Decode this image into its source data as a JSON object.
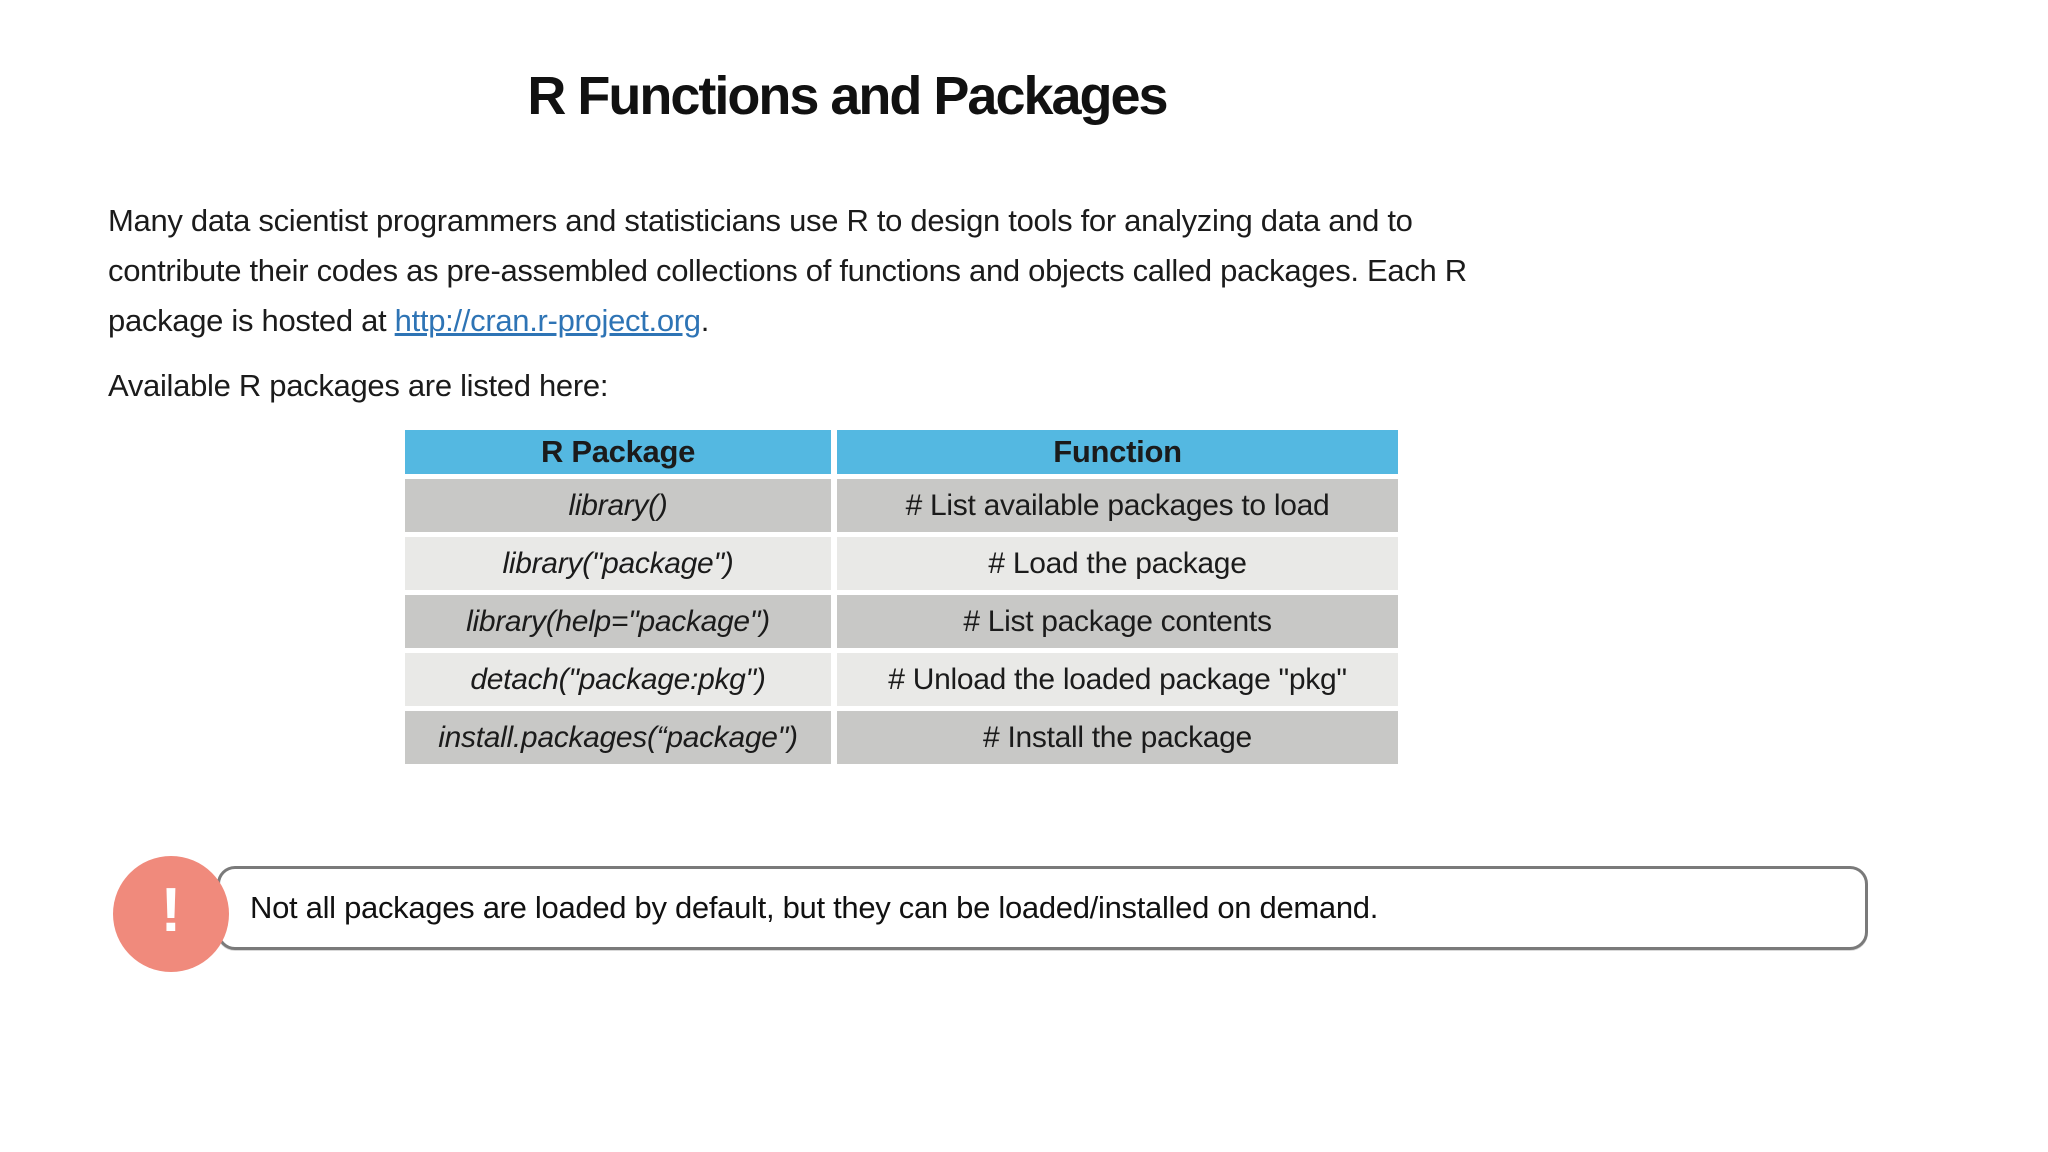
{
  "page": {
    "title": "R Functions and Packages"
  },
  "intro": {
    "line1": "Many data scientist programmers and statisticians use R to design tools for analyzing data and to",
    "line2": "contribute their codes as pre-assembled collections of functions and objects called packages. Each R",
    "line3_prefix": "package is hosted at ",
    "link_text": "http://cran.r-project.org",
    "line3_suffix": ".",
    "subheading": "Available R packages are listed here:"
  },
  "table": {
    "headers": [
      "R Package",
      "Function"
    ],
    "rows": [
      {
        "package": "library()",
        "function": "# List available packages to load"
      },
      {
        "package": "library(\"package\")",
        "function": "# Load the package"
      },
      {
        "package": "library(help=\"package\")",
        "function": "# List package contents"
      },
      {
        "package": "detach(\"package:pkg\")",
        "function": "# Unload the loaded package \"pkg\""
      },
      {
        "package": "install.packages(“package\")",
        "function": "# Install the package"
      }
    ]
  },
  "note": {
    "icon_glyph": "!",
    "text": "Not all packages are loaded by default, but they can be loaded/installed on demand."
  },
  "colors": {
    "table_header_blue": "#54b8e1",
    "table_row_dark": "#c8c8c6",
    "table_row_light": "#e9e9e7",
    "note_circle_salmon": "#f08a7c",
    "note_border_gray": "#7a7a7a",
    "link_blue": "#2e74b5",
    "text_black": "#111111"
  }
}
